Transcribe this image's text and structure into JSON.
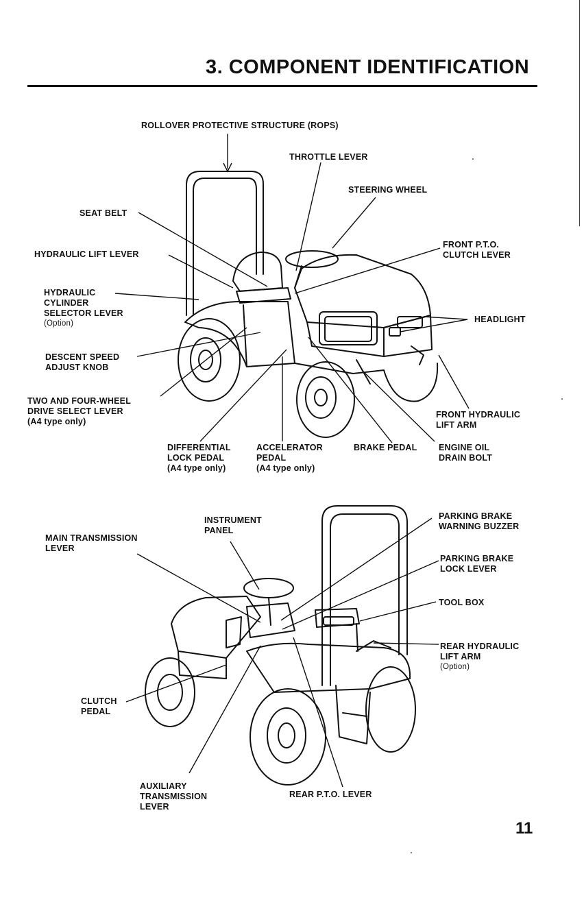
{
  "header": {
    "title": "3.  COMPONENT IDENTIFICATION"
  },
  "page_number": "11",
  "top_figure": {
    "labels": {
      "rops": [
        "ROLLOVER PROTECTIVE STRUCTURE (ROPS)"
      ],
      "throttle": [
        "THROTTLE LEVER"
      ],
      "steering": [
        "STEERING WHEEL"
      ],
      "seat_belt": [
        "SEAT BELT"
      ],
      "hyd_lift": [
        "HYDRAULIC LIFT LEVER"
      ],
      "front_pto": [
        "FRONT P.T.O.",
        "CLUTCH LEVER"
      ],
      "hyd_cyl": [
        "HYDRAULIC",
        "CYLINDER",
        "SELECTOR LEVER",
        "(Option)"
      ],
      "headlight": [
        "HEADLIGHT"
      ],
      "descent": [
        "DESCENT SPEED",
        "ADJUST KNOB"
      ],
      "two_four": [
        "TWO AND FOUR-WHEEL",
        "DRIVE SELECT LEVER",
        "(A4 type only)"
      ],
      "front_hyd_arm": [
        "FRONT HYDRAULIC",
        "LIFT ARM"
      ],
      "diff_lock": [
        "DIFFERENTIAL",
        "LOCK PEDAL",
        "(A4 type only)"
      ],
      "accel": [
        "ACCELERATOR",
        "PEDAL",
        "(A4 type only)"
      ],
      "brake": [
        "BRAKE PEDAL"
      ],
      "oil_drain": [
        "ENGINE OIL",
        "DRAIN BOLT"
      ]
    }
  },
  "bottom_figure": {
    "labels": {
      "instrument": [
        "INSTRUMENT",
        "PANEL"
      ],
      "main_trans": [
        "MAIN TRANSMISSION",
        "LEVER"
      ],
      "pb_buzzer": [
        "PARKING BRAKE",
        "WARNING BUZZER"
      ],
      "pb_lock": [
        "PARKING BRAKE",
        "LOCK LEVER"
      ],
      "tool_box": [
        "TOOL BOX"
      ],
      "rear_hyd_arm": [
        "REAR HYDRAULIC",
        "LIFT ARM",
        "(Option)"
      ],
      "clutch": [
        "CLUTCH",
        "PEDAL"
      ],
      "aux_trans": [
        "AUXILIARY",
        "TRANSMISSION",
        "LEVER"
      ],
      "rear_pto": [
        "REAR P.T.O. LEVER"
      ]
    }
  }
}
